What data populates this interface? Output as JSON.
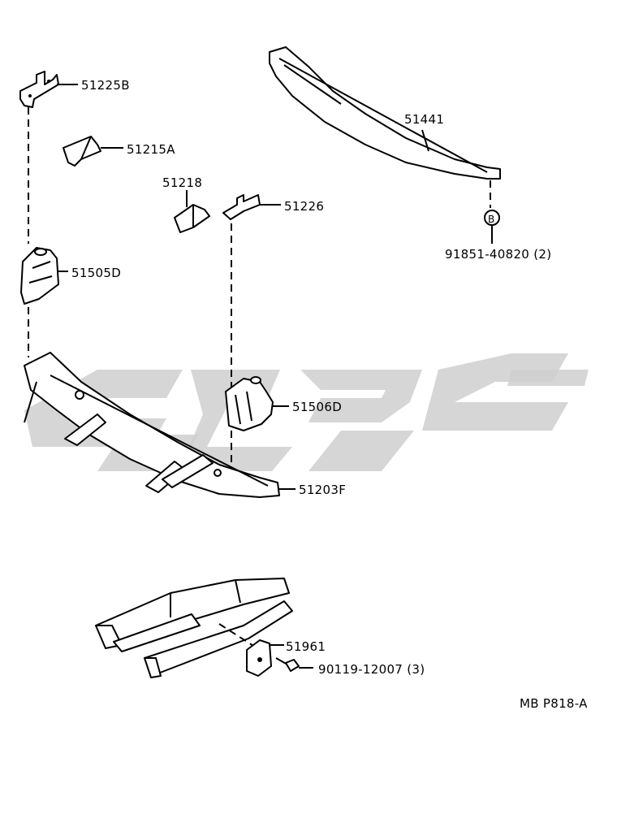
{
  "labels": {
    "p51225B": "51225B",
    "p51215A": "51215A",
    "p51218": "51218",
    "p51226": "51226",
    "p51505D": "51505D",
    "p51441": "51441",
    "p91851": "91851-40820 (2)",
    "p51506D": "51506D",
    "p51203F": "51203F",
    "p51961": "51961",
    "p90119": "90119-12007 (3)",
    "ref_b": "B",
    "diagram_code": "MB P818-A"
  },
  "colors": {
    "ink": "#000000",
    "watermark": "#cfcfcf"
  }
}
